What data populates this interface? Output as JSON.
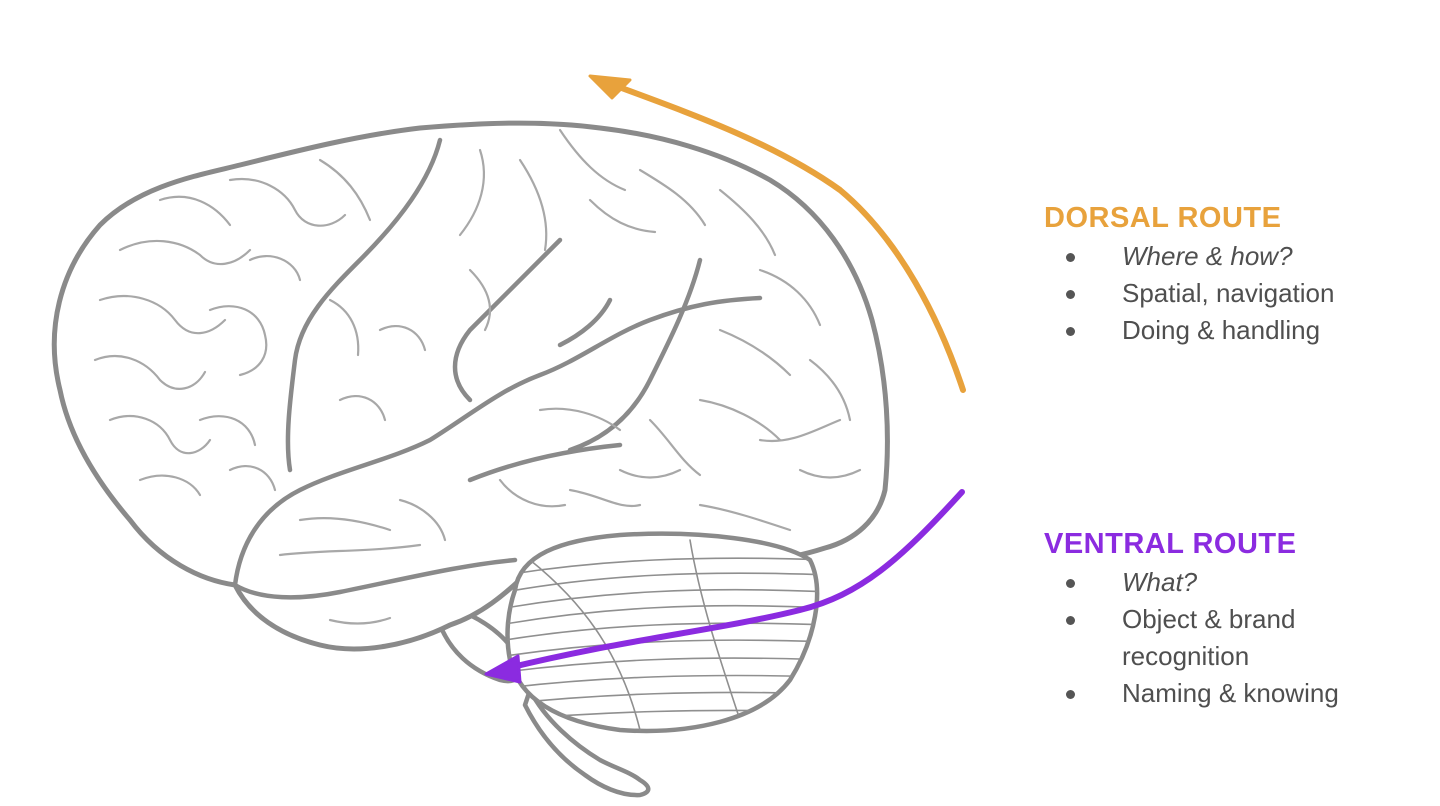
{
  "colors": {
    "dorsal": "#e8a23c",
    "ventral": "#8b2be0",
    "brain_stroke": "#8a8a8a",
    "text": "#4f4f4f"
  },
  "dorsal": {
    "title": "DORSAL ROUTE",
    "items": [
      "Where & how?",
      "Spatial, navigation",
      "Doing & handling"
    ]
  },
  "ventral": {
    "title": "VENTRAL ROUTE",
    "items": [
      "What?",
      "Object & brand recognition",
      "Naming & knowing"
    ]
  }
}
